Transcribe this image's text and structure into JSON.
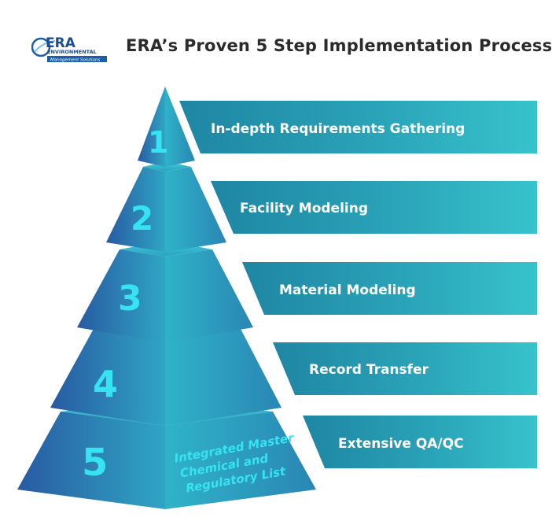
{
  "header": {
    "title": "ERA’s Proven 5 Step Implementation Process",
    "logo": {
      "brand": "ERA",
      "line1": "ENVIRONMENTAL",
      "line2": "Management Solutions",
      "accent": "#1a5fa8"
    }
  },
  "colors": {
    "band": "#2391a7",
    "band_light": "#37c3cc",
    "pyramid_dark": "#2860a6",
    "pyramid_light": "#34c1cf",
    "number": "#35e4f0"
  },
  "steps": [
    {
      "number": "1",
      "label": "In-depth Requirements Gathering",
      "icon": "pyramid-tier-1"
    },
    {
      "number": "2",
      "label": "Facility Modeling",
      "icon": "pyramid-tier-2"
    },
    {
      "number": "3",
      "label": "Material Modeling",
      "icon": "pyramid-tier-3"
    },
    {
      "number": "4",
      "label": "Record Transfer",
      "icon": "pyramid-tier-4"
    },
    {
      "number": "5",
      "label": "Extensive QA/QC",
      "icon": "pyramid-tier-5"
    }
  ],
  "foundation": {
    "lines": [
      "Integrated Master",
      "Chemical and",
      "Regulatory List"
    ]
  }
}
